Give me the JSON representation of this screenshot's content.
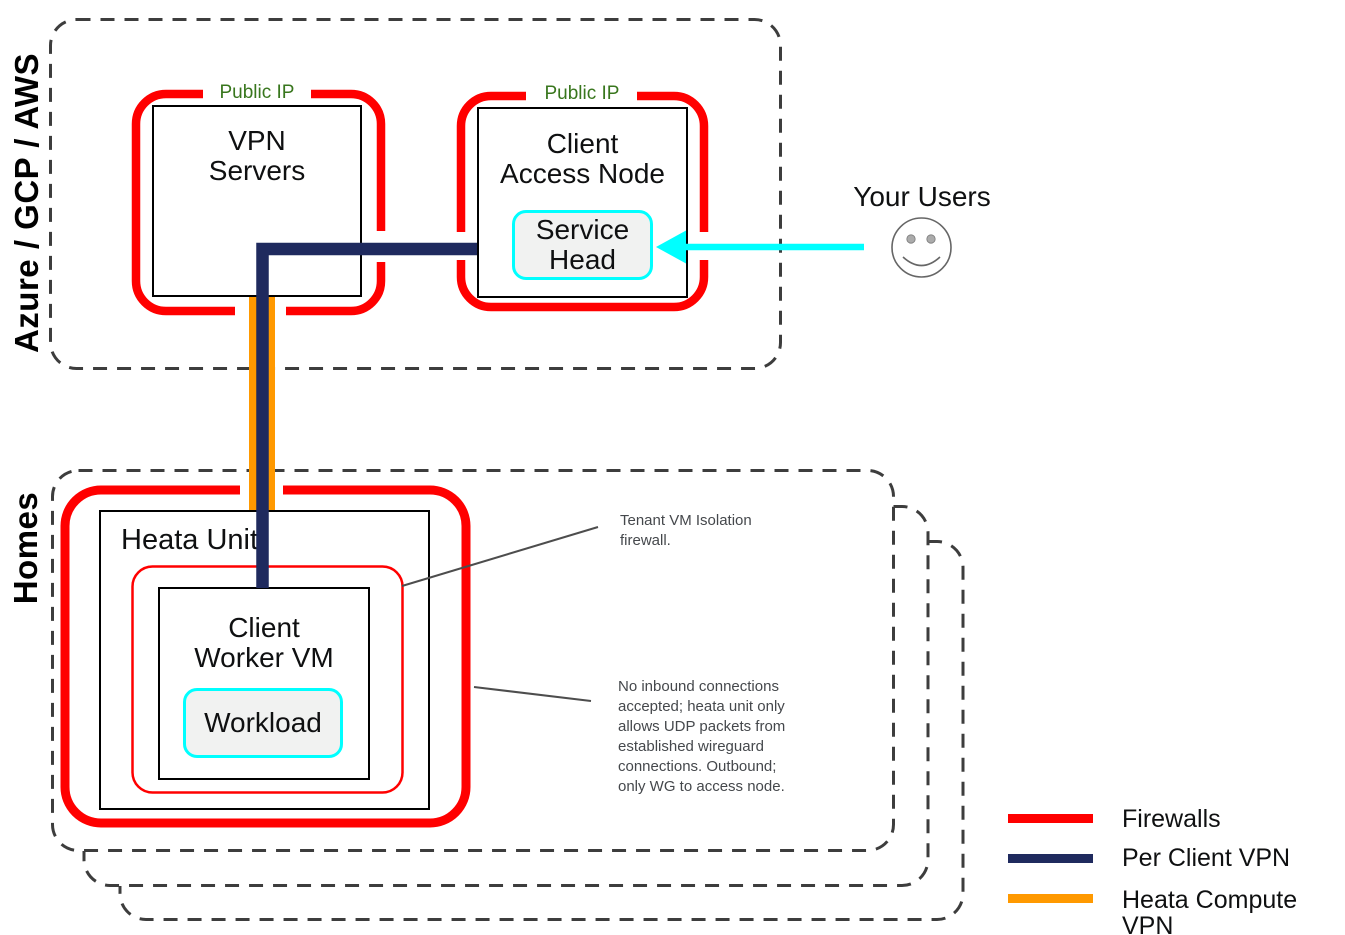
{
  "cloud_region": {
    "label": "Azure / GCP / AWS",
    "vpn_servers": {
      "public_ip": "Public IP",
      "title": "VPN\nServers"
    },
    "client_access_node": {
      "public_ip": "Public IP",
      "title": "Client\nAccess Node",
      "service_head": "Service\nHead"
    }
  },
  "users": {
    "label": "Your Users"
  },
  "homes_region": {
    "label": "Homes",
    "heata_unit": {
      "title": "Heata Unit",
      "client_worker_vm": "Client\nWorker VM",
      "workload": "Workload"
    }
  },
  "annotations": {
    "tenant_vm_isolation": "Tenant VM Isolation\nfirewall.",
    "no_inbound": "No inbound connections\naccepted; heata unit only\nallows UDP packets from\nestablished wireguard\nconnections. Outbound;\nonly WG to access node."
  },
  "legend": {
    "items": [
      {
        "label": "Firewalls",
        "color": "#ff0000"
      },
      {
        "label": "Per Client VPN",
        "color": "#1f2a5e"
      },
      {
        "label": "Heata Compute VPN",
        "color": "#ff9900"
      }
    ]
  },
  "colors": {
    "firewall_red": "#ff0000",
    "per_client_vpn_navy": "#1f2a5e",
    "heata_compute_vpn_orange": "#ff9900",
    "user_arrow_cyan": "#00ffff",
    "public_ip_green": "#38761d"
  }
}
